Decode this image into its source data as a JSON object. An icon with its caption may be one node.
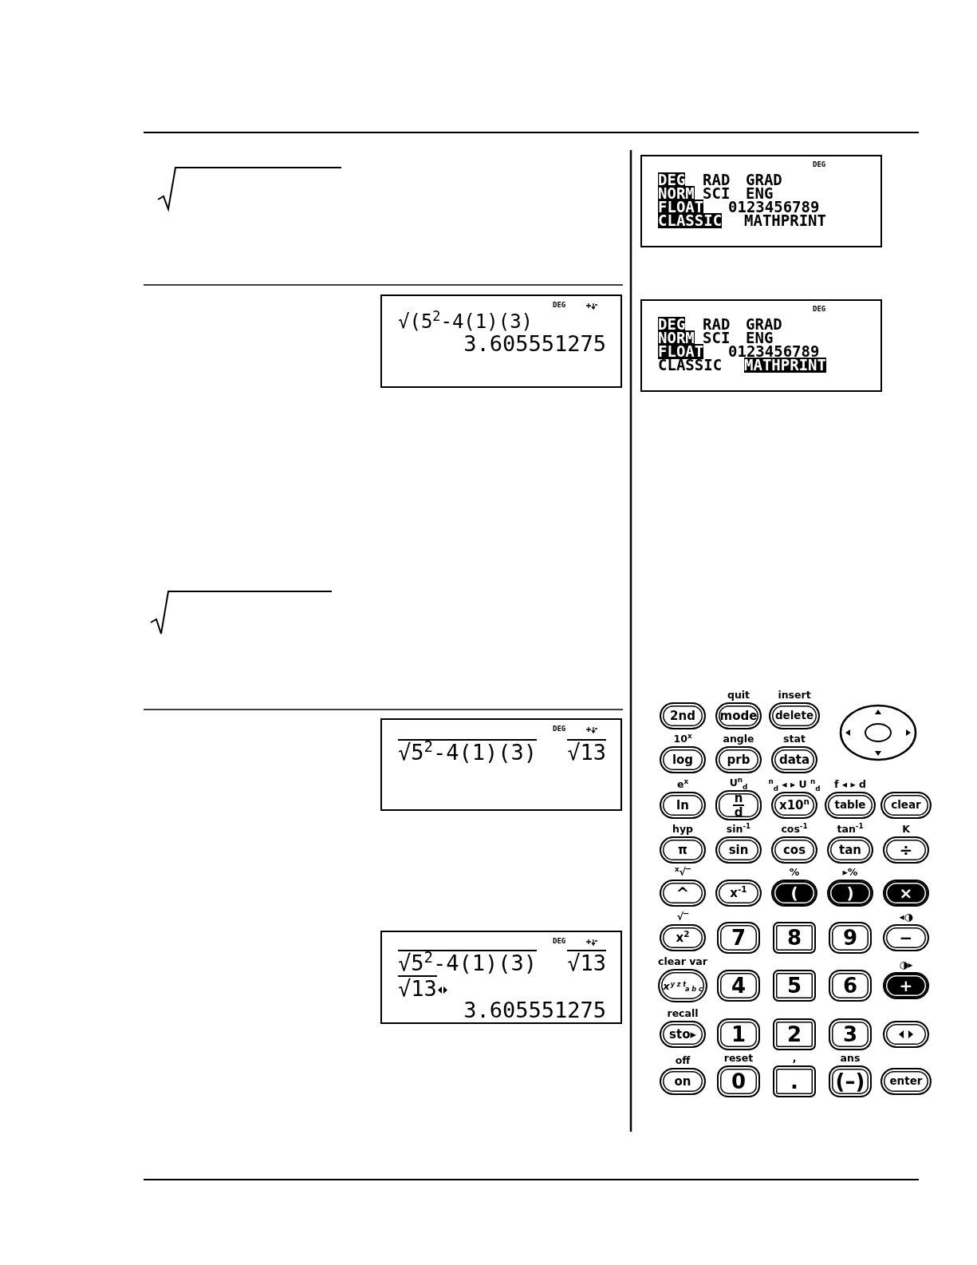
{
  "diagram": {
    "nodes": [
      {
        "text": [
          "DEG",
          "√(5$^{2}$-4(1)(3)",
          "3.605551275"
        ]
      },
      {
        "text": [
          "DEG",
          "√5$^{2}$-4(1)(3)",
          "√13"
        ]
      },
      {
        "text": [
          "DEG",
          "√5$^{2}$-4(1)(3)",
          "√13",
          "√13",
          "3.605551275"
        ]
      },
      {
        "text": [
          "DEG",
          "DEG",
          "RAD",
          "GRAD",
          "NORM",
          "SCI",
          "ENG",
          "FLOAT",
          "0123456789",
          "CLASSIC",
          "MATHPRINT"
        ]
      },
      {
        "text": [
          "DEG",
          "DEG",
          "RAD",
          "GRAD",
          "NORM",
          "SCI",
          "ENG",
          "FLOAT",
          "0123456789",
          "CLASSIC",
          "MATHPRINT"
        ]
      },
      {
        "text": [
          "2nd"
        ]
      },
      {
        "text": [
          "mode"
        ],
        "beside": [
          "quit"
        ]
      },
      {
        "text": [
          "delete"
        ],
        "beside": [
          "insert"
        ]
      },
      {
        "text": [],
        "shape": "circle"
      },
      {
        "text": [
          "log"
        ],
        "beside": [
          "10$^{x}$"
        ]
      },
      {
        "text": [
          "prb"
        ],
        "beside": [
          "angle"
        ]
      },
      {
        "text": [
          "data"
        ],
        "beside": [
          "stat"
        ]
      },
      {
        "text": [
          "ln"
        ],
        "beside": [
          "e$^{x}$"
        ]
      },
      {
        "text": [
          "n",
          "d"
        ],
        "beside": [
          "U$^{n}$$_{d}$"
        ]
      },
      {
        "text": [
          "x10$^{n}$"
        ],
        "beside": [
          "$^{n}$$_{d}$ ◂ ▸ U $^{n}$$_{d}$"
        ]
      },
      {
        "text": [
          "table"
        ],
        "beside": [
          "f ◂ ▸ d"
        ]
      },
      {
        "text": [
          "clear"
        ]
      },
      {
        "text": [
          "π"
        ],
        "beside": [
          "hyp"
        ]
      },
      {
        "text": [
          "sin"
        ],
        "beside": [
          "sin$^{-1}$"
        ]
      },
      {
        "text": [
          "cos"
        ],
        "beside": [
          "cos$^{-1}$"
        ]
      },
      {
        "text": [
          "tan"
        ],
        "beside": [
          "tan$^{-1}$"
        ]
      },
      {
        "text": [
          "÷"
        ],
        "beside": [
          "K"
        ]
      },
      {
        "text": [
          "^"
        ],
        "beside": [
          "$^{x}$√‾"
        ]
      },
      {
        "text": [
          "x$^{-1}$"
        ]
      },
      {
        "text": [
          "("
        ],
        "beside": [
          "%"
        ]
      },
      {
        "text": [
          ")"
        ],
        "beside": [
          "▸%"
        ]
      },
      {
        "text": [
          "×"
        ]
      },
      {
        "text": [
          "x$^{2}$"
        ],
        "beside": [
          "√‾"
        ]
      },
      {
        "text": [
          "7"
        ]
      },
      {
        "text": [
          "8"
        ]
      },
      {
        "text": [
          "9"
        ]
      },
      {
        "text": [
          "−"
        ],
        "beside": [
          "◂◑"
        ]
      },
      {
        "text": [
          "x$^{y z t}$$_{a b c}$"
        ],
        "beside": [
          "clear var"
        ]
      },
      {
        "text": [
          "4"
        ]
      },
      {
        "text": [
          "5"
        ]
      },
      {
        "text": [
          "6"
        ]
      },
      {
        "text": [
          "+"
        ],
        "beside": [
          "◑▸"
        ]
      },
      {
        "text": [
          "sto▸"
        ],
        "beside": [
          "recall"
        ]
      },
      {
        "text": [
          "1"
        ]
      },
      {
        "text": [
          "2"
        ]
      },
      {
        "text": [
          "3"
        ]
      },
      {
        "text": [],
        "shape": "box"
      },
      {
        "text": [
          "on"
        ],
        "beside": [
          "off"
        ]
      },
      {
        "text": [
          "0"
        ],
        "beside": [
          "reset"
        ]
      },
      {
        "text": [
          "."
        ],
        "beside": [
          ","
        ]
      },
      {
        "text": [
          "(–)"
        ],
        "beside": [
          "ans"
        ]
      },
      {
        "text": [
          "enter"
        ]
      }
    ],
    "edges": []
  }
}
